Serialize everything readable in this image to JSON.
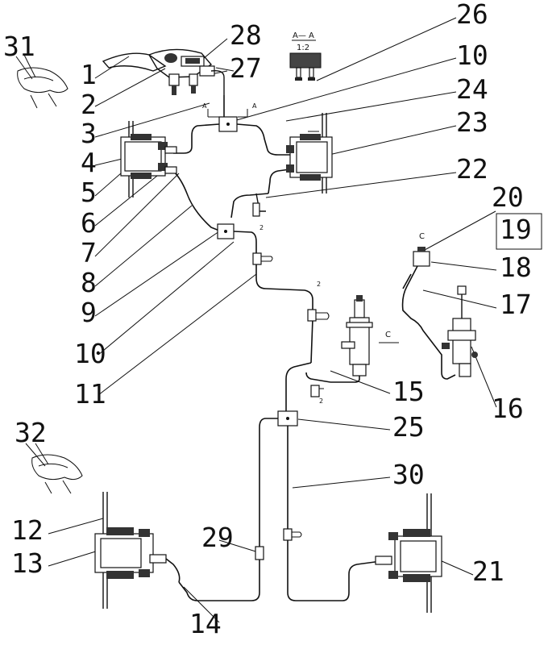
{
  "callouts": [
    {
      "id": "31",
      "text": "31"
    },
    {
      "id": "32",
      "text": "32"
    },
    {
      "id": "1",
      "text": "1"
    },
    {
      "id": "2",
      "text": "2"
    },
    {
      "id": "3",
      "text": "3"
    },
    {
      "id": "4",
      "text": "4"
    },
    {
      "id": "5",
      "text": "5"
    },
    {
      "id": "6",
      "text": "6"
    },
    {
      "id": "7",
      "text": "7"
    },
    {
      "id": "8",
      "text": "8"
    },
    {
      "id": "9",
      "text": "9"
    },
    {
      "id": "10a",
      "text": "10"
    },
    {
      "id": "11",
      "text": "11"
    },
    {
      "id": "28",
      "text": "28"
    },
    {
      "id": "27",
      "text": "27"
    },
    {
      "id": "26",
      "text": "26"
    },
    {
      "id": "10b",
      "text": "10"
    },
    {
      "id": "24",
      "text": "24"
    },
    {
      "id": "23",
      "text": "23"
    },
    {
      "id": "22",
      "text": "22"
    },
    {
      "id": "20",
      "text": "20"
    },
    {
      "id": "19",
      "text": "19"
    },
    {
      "id": "18",
      "text": "18"
    },
    {
      "id": "17",
      "text": "17"
    },
    {
      "id": "16",
      "text": "16"
    },
    {
      "id": "15",
      "text": "15"
    },
    {
      "id": "25",
      "text": "25"
    },
    {
      "id": "30",
      "text": "30"
    },
    {
      "id": "12",
      "text": "12"
    },
    {
      "id": "13",
      "text": "13"
    },
    {
      "id": "29",
      "text": "29"
    },
    {
      "id": "21",
      "text": "21"
    },
    {
      "id": "14",
      "text": "14"
    }
  ],
  "section_marks": {
    "section_title": "A— A",
    "section_scale": "1:2",
    "a_left": "A",
    "a_right": "A",
    "c_top": "C",
    "c_mid": "C"
  }
}
